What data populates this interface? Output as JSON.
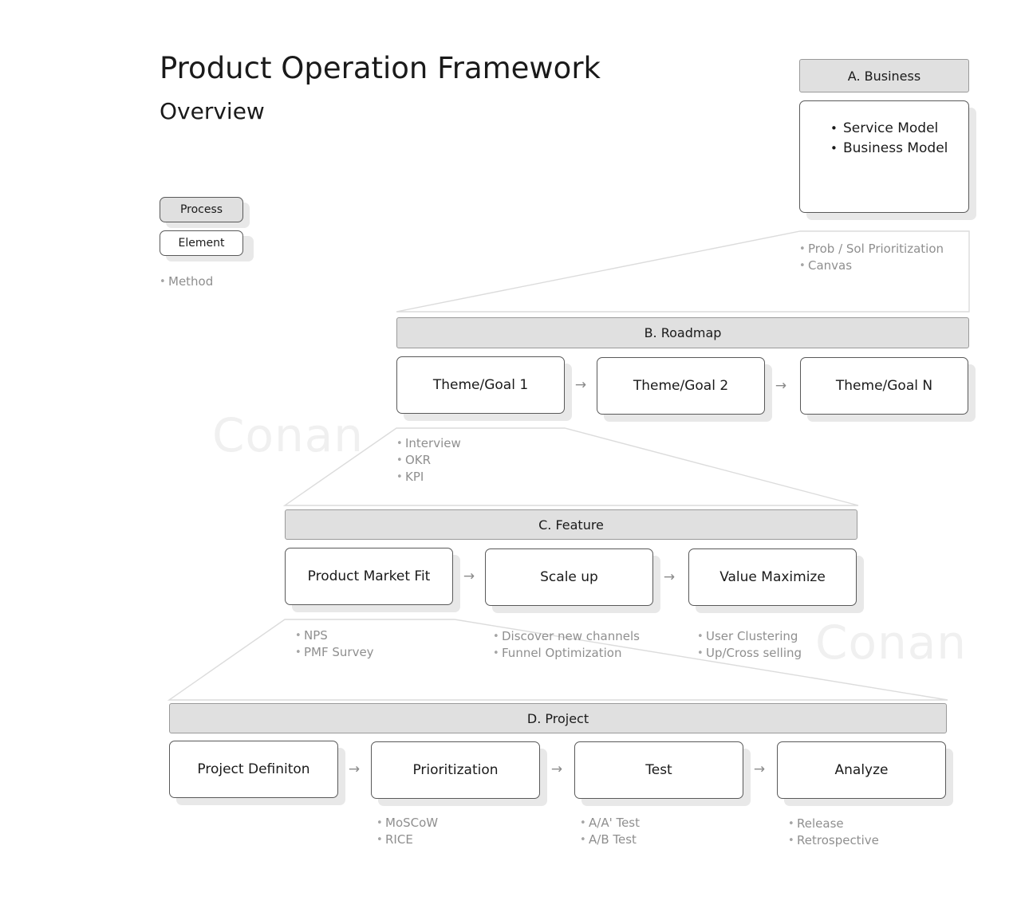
{
  "header": {
    "title": "Product Operation Framework",
    "subtitle": "Overview"
  },
  "watermark": {
    "text": "Conan"
  },
  "legend": {
    "process_label": "Process",
    "element_label": "Element",
    "method_label": "Method",
    "method_bullet": "•"
  },
  "colors": {
    "process_fill": "#e0e0e0",
    "element_fill": "#ffffff",
    "border": "#595959",
    "header_border": "#9a9a9a",
    "shadow": "#e8e8e8",
    "method_text": "#8f8f8f",
    "connector": "#dcdcdc",
    "watermark": "#f0f0f0",
    "title_text": "#1a1a1a"
  },
  "arrow_glyph": "→",
  "bullet_glyph": "•",
  "sections": [
    {
      "id": "business",
      "header": "A. Business",
      "elements": [
        {
          "label": "",
          "bullets": [
            "Service Model",
            "Business Model"
          ]
        }
      ],
      "methods": [
        {
          "items": [
            "Prob / Sol Prioritization",
            "Canvas"
          ]
        }
      ]
    },
    {
      "id": "roadmap",
      "header": "B. Roadmap",
      "elements": [
        {
          "label": "Theme/Goal 1"
        },
        {
          "label": "Theme/Goal 2"
        },
        {
          "label": "Theme/Goal N"
        }
      ],
      "methods": [
        {
          "items": [
            "Interview",
            "OKR",
            "KPI"
          ]
        }
      ]
    },
    {
      "id": "feature",
      "header": "C. Feature",
      "elements": [
        {
          "label": "Product Market Fit"
        },
        {
          "label": "Scale up"
        },
        {
          "label": "Value Maximize"
        }
      ],
      "methods": [
        {
          "items": [
            "NPS",
            "PMF Survey"
          ]
        },
        {
          "items": [
            "Discover new channels",
            "Funnel Optimization"
          ]
        },
        {
          "items": [
            "User Clustering",
            "Up/Cross selling"
          ]
        }
      ]
    },
    {
      "id": "project",
      "header": "D. Project",
      "elements": [
        {
          "label": "Project Definiton"
        },
        {
          "label": "Prioritization"
        },
        {
          "label": "Test"
        },
        {
          "label": "Analyze"
        }
      ],
      "methods": [
        {
          "items": [
            "MoSCoW",
            "RICE"
          ]
        },
        {
          "items": [
            "A/A' Test",
            "A/B Test"
          ]
        },
        {
          "items": [
            "Release",
            "Retrospective"
          ]
        }
      ]
    }
  ]
}
